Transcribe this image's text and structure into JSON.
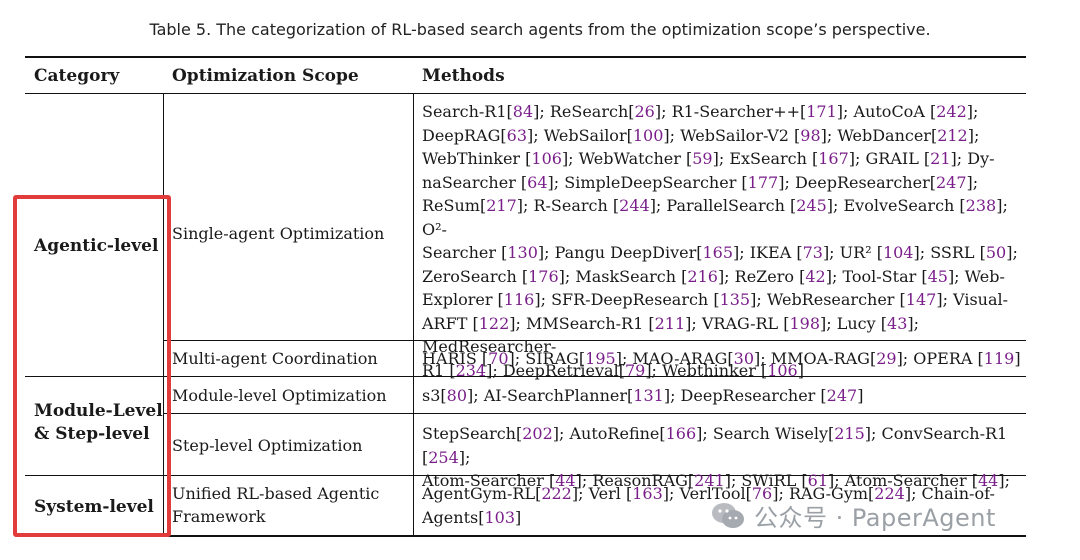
{
  "caption": "Table 5.  The categorization of RL-based search agents from the optimization scope’s perspective.",
  "headers": {
    "category": "Category",
    "scope": "Optimization Scope",
    "methods": "Methods"
  },
  "categories": {
    "agentic": "Agentic-level",
    "module_line1": "Module-Level",
    "module_line2": "& Step-level",
    "system": "System-level"
  },
  "scopes": {
    "single": "Single-agent Optimization",
    "multi": "Multi-agent Coordination",
    "module": "Module-level Optimization",
    "step": "Step-level Optimization",
    "unified_line1": "Unified RL-based Agentic",
    "unified_line2": "Framework"
  },
  "methods": {
    "single": [
      [
        "Search-R1[",
        "84",
        "]; ReSearch[",
        "26",
        "]; R1-Searcher++[",
        "171",
        "]; AutoCoA [",
        "242",
        "];"
      ],
      [
        "DeepRAG[",
        "63",
        "]; WebSailor[",
        "100",
        "]; WebSailor-V2 [",
        "98",
        "]; WebDancer[",
        "212",
        "];"
      ],
      [
        "WebThinker [",
        "106",
        "]; WebWatcher [",
        "59",
        "]; ExSearch [",
        "167",
        "]; GRAIL [",
        "21",
        "]; Dy-"
      ],
      [
        "naSearcher [",
        "64",
        "]; SimpleDeepSearcher [",
        "177",
        "]; DeepResearcher[",
        "247",
        "];"
      ],
      [
        "ReSum[",
        "217",
        "]; R-Search [",
        "244",
        "]; ParallelSearch [",
        "245",
        "]; EvolveSearch [",
        "238",
        "]; O²-"
      ],
      [
        "Searcher [",
        "130",
        "]; Pangu DeepDiver[",
        "165",
        "]; IKEA [",
        "73",
        "]; UR² [",
        "104",
        "]; SSRL [",
        "50",
        "];"
      ],
      [
        "ZeroSearch [",
        "176",
        "]; MaskSearch [",
        "216",
        "]; ReZero [",
        "42",
        "]; Tool-Star [",
        "45",
        "]; Web-"
      ],
      [
        "Explorer [",
        "116",
        "]; SFR-DeepResearch [",
        "135",
        "]; WebResearcher [",
        "147",
        "]; Visual-"
      ],
      [
        "ARFT [",
        "122",
        "]; MMSearch-R1 [",
        "211",
        "]; VRAG-RL [",
        "198",
        "]; Lucy [",
        "43",
        "]; MedResearcher-"
      ],
      [
        "R1 [",
        "234",
        "]; DeepRetrieval[",
        "79",
        "]; Webthinker [",
        "106",
        "]"
      ]
    ],
    "multi": [
      [
        "HARIS [",
        "70",
        "]; SIRAG[",
        "195",
        "]; MAO-ARAG[",
        "30",
        "]; MMOA-RAG[",
        "29",
        "]; OPERA [",
        "119",
        "]"
      ]
    ],
    "module": [
      [
        "s3[",
        "80",
        "]; AI-SearchPlanner[",
        "131",
        "]; DeepResearcher [",
        "247",
        "]"
      ]
    ],
    "step": [
      [
        "StepSearch[",
        "202",
        "]; AutoRefine[",
        "166",
        "]; Search Wisely[",
        "215",
        "]; ConvSearch-R1 [",
        "254",
        "];"
      ],
      [
        "Atom-Searcher [",
        "44",
        "]; ReasonRAG[",
        "241",
        "]; SWiRL [",
        "61",
        "]; Atom-Searcher [",
        "44",
        "];"
      ]
    ],
    "unified": [
      [
        "AgentGym-RL[",
        "222",
        "]; Verl [",
        "163",
        "]; VerlTool[",
        "76",
        "]; RAG-Gym[",
        "224",
        "]; Chain-of-"
      ],
      [
        "Agents[",
        "103",
        "]"
      ]
    ]
  },
  "watermark": {
    "text": "公众号 · PaperAgent",
    "icon": "wechat-icon"
  },
  "colors": {
    "ref": "#7a1f8a",
    "highlight": "#e23b3b",
    "watermark": "#9aa0a6"
  }
}
